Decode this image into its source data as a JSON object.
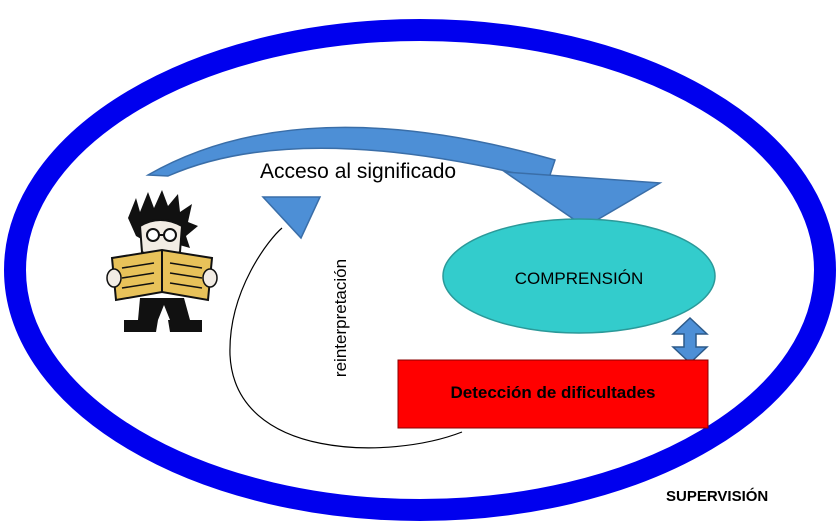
{
  "labels": {
    "access": "Acceso al significado",
    "reinterpretation": "reinterpretación",
    "comprehension": "COMPRENSIÓN",
    "detection": "Detección de dificultades",
    "supervision": "SUPERVISIÓN"
  },
  "icons": {
    "reader": "person-reading-book-icon"
  },
  "colors": {
    "outer_ring": "#0000ee",
    "arrow_fill": "#4d8fd6",
    "arrow_stroke": "#3a6ea8",
    "comprehension_fill": "#33cccc",
    "detection_fill": "#ff0000",
    "book": "#e8c25a"
  }
}
